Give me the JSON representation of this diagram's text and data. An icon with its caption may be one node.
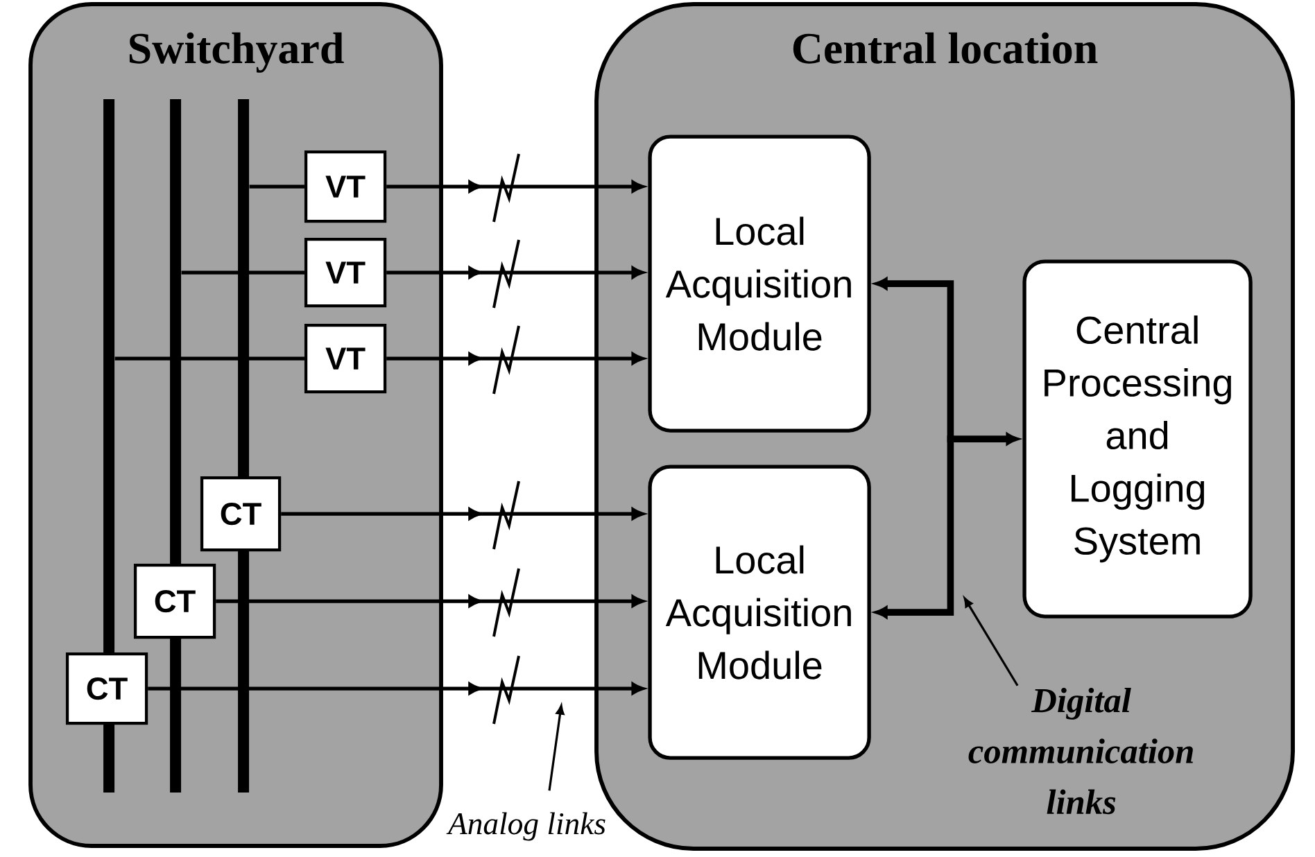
{
  "diagram": {
    "nodes": [
      {
        "text": [
          "Switchyard"
        ]
      },
      {
        "text": [],
        "shape": "bar",
        "in": 0
      },
      {
        "text": [],
        "shape": "bar",
        "in": 0
      },
      {
        "text": [],
        "shape": "bar",
        "in": 0
      },
      {
        "text": [
          "VT"
        ],
        "in": 0
      },
      {
        "text": [
          "VT"
        ],
        "in": 0
      },
      {
        "text": [
          "VT"
        ],
        "in": 0
      },
      {
        "text": [
          "CT"
        ],
        "in": 0
      },
      {
        "text": [
          "CT"
        ],
        "in": 0
      },
      {
        "text": [
          "CT"
        ],
        "in": 0
      },
      {
        "text": [
          "Central location"
        ]
      },
      {
        "text": [
          "Local Acquisition Module"
        ],
        "in": 10
      },
      {
        "text": [
          "Local Acquisition Module"
        ],
        "in": 10
      },
      {
        "text": [
          "Central Processing and Logging System"
        ],
        "in": 10
      },
      {
        "text": [
          "Analog links"
        ]
      },
      {
        "text": [
          "Digital communication links"
        ],
        "in": 10
      }
    ],
    "edges": [
      {
        "from": 3,
        "to": 4,
        "arrow": "none"
      },
      {
        "from": 2,
        "to": 5,
        "arrow": "none"
      },
      {
        "from": 1,
        "to": 6,
        "arrow": "none"
      },
      {
        "from": 4,
        "to": 11,
        "arrow": "to"
      },
      {
        "from": 5,
        "to": 11,
        "arrow": "to"
      },
      {
        "from": 6,
        "to": 11,
        "arrow": "to"
      },
      {
        "from": 7,
        "to": 12,
        "arrow": "to"
      },
      {
        "from": 8,
        "to": 12,
        "arrow": "to"
      },
      {
        "from": 9,
        "to": 12,
        "arrow": "to"
      },
      {
        "from": 13,
        "to": 11,
        "arrow": "both",
        "style": "thick"
      },
      {
        "from": 13,
        "to": 12,
        "arrow": "both",
        "style": "thick"
      },
      {
        "from": 14,
        "to": null,
        "arrow": "to"
      },
      {
        "from": 15,
        "to": null,
        "arrow": "to"
      }
    ]
  }
}
